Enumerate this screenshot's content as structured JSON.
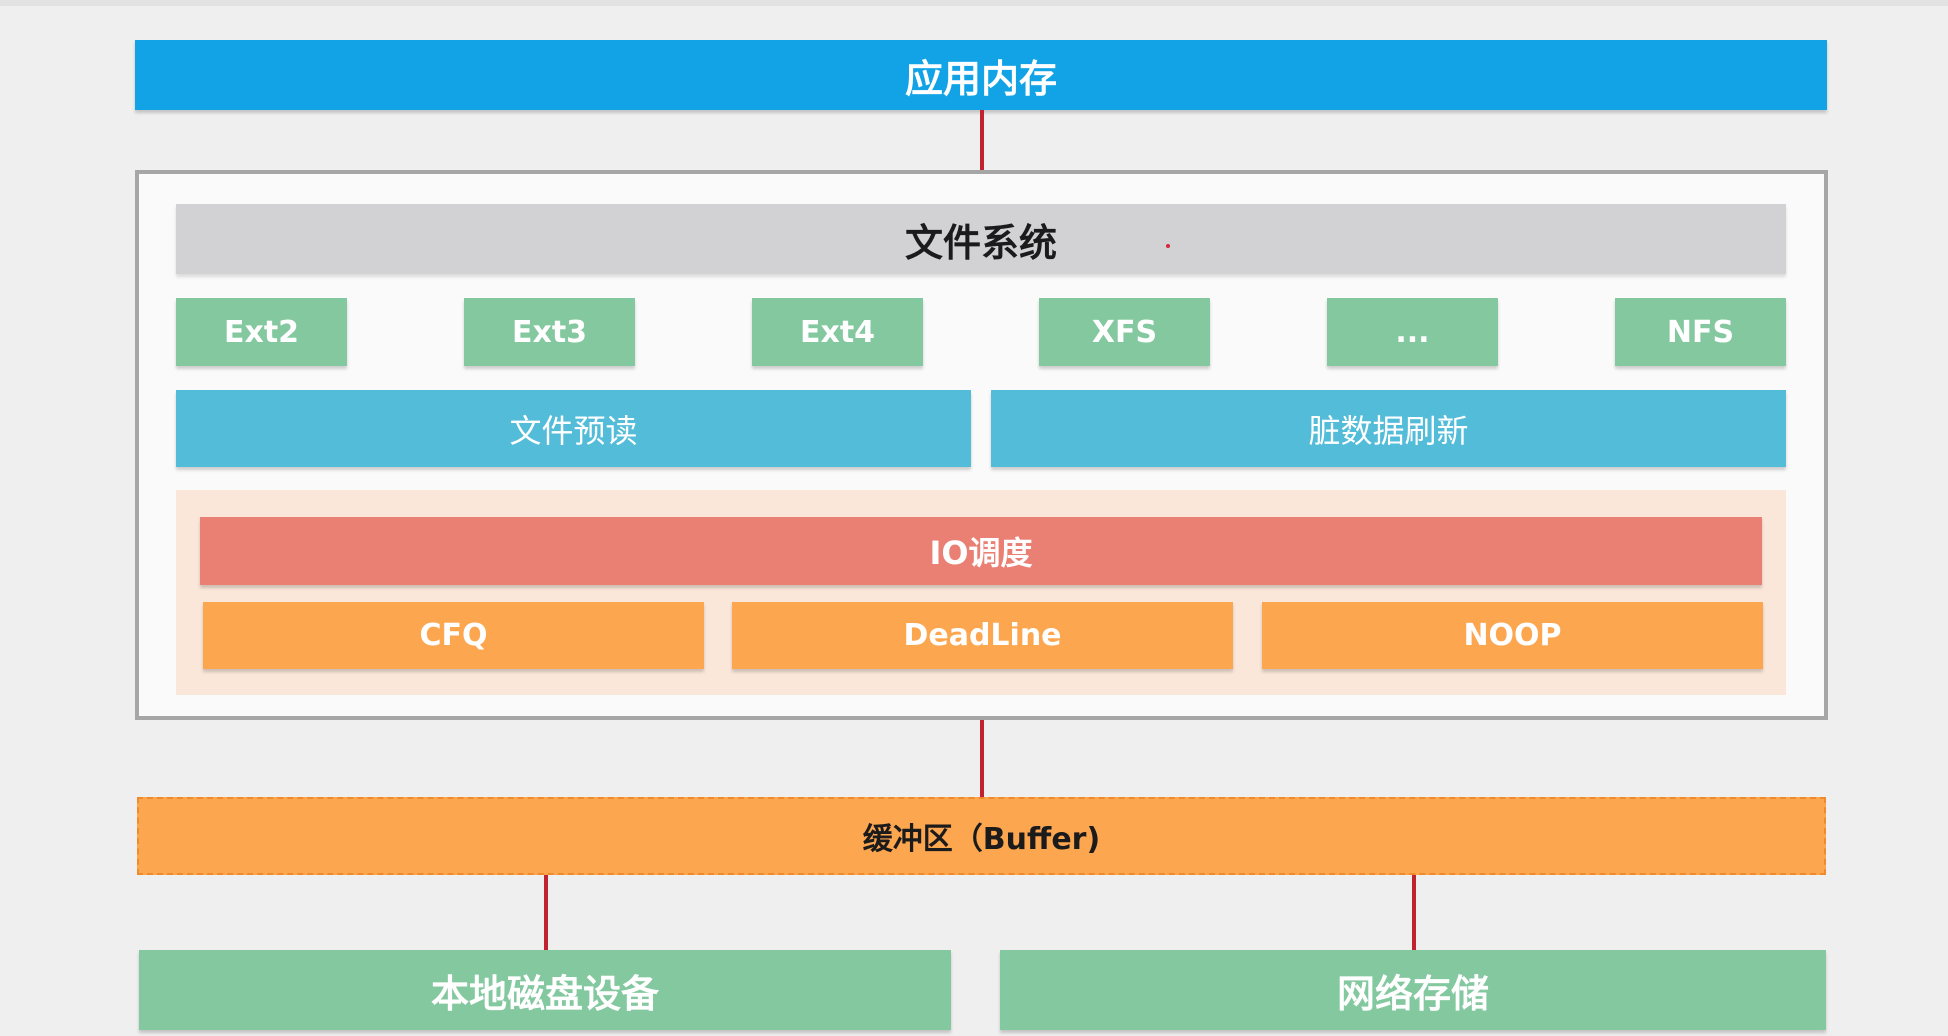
{
  "app_memory": {
    "label": "应用内存"
  },
  "file_system": {
    "title": "文件系统",
    "types": [
      "Ext2",
      "Ext3",
      "Ext4",
      "XFS",
      "...",
      "NFS"
    ],
    "features": [
      "文件预读",
      "脏数据刷新"
    ]
  },
  "io_scheduling": {
    "title": "IO调度",
    "schedulers": [
      "CFQ",
      "DeadLine",
      "NOOP"
    ]
  },
  "buffer": {
    "label": "缓冲区（Buffer)"
  },
  "devices": [
    "本地磁盘设备",
    "网络存储"
  ],
  "colors": {
    "app_memory": "#12a3e6",
    "file_system_title": "#d2d1d4",
    "fs_type": "#84c8a0",
    "feature": "#53bcd9",
    "io_title": "#ea7f73",
    "scheduler": "#fda650",
    "buffer": "#fda650",
    "device": "#84c8a0",
    "connector": "#c0232f"
  }
}
